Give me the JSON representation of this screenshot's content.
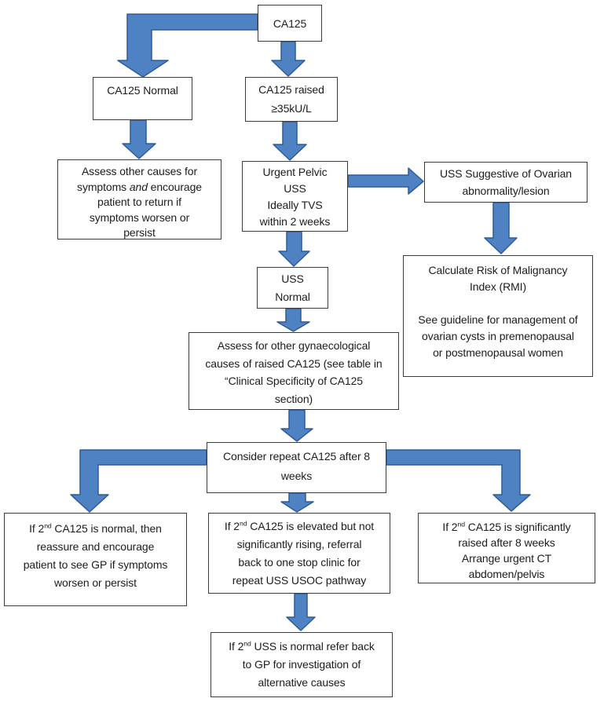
{
  "title": "CA125 investigation pathway flowchart",
  "colors": {
    "arrow_fill": "#4e82c2",
    "arrow_stroke": "#2d5b9a",
    "box_border": "#3c3c3c"
  },
  "nodes": {
    "ca125": {
      "lines": [
        "CA125"
      ]
    },
    "ca125_normal": {
      "lines": [
        "CA125 Normal"
      ]
    },
    "ca125_raised": {
      "lines": [
        "CA125 raised",
        "≥35kU/L"
      ]
    },
    "assess_other": {
      "lines": [
        "Assess other causes for",
        "symptoms <i>and</i> encourage",
        "patient to return if",
        "symptoms worsen or",
        "persist"
      ]
    },
    "urgent_uss": {
      "lines": [
        "Urgent Pelvic",
        "USS",
        "Ideally TVS",
        "within 2 weeks"
      ]
    },
    "uss_suggestive": {
      "lines": [
        "USS Suggestive of Ovarian",
        "abnormality/lesion"
      ]
    },
    "calc_rmi": {
      "lines": [
        "Calculate Risk of Malignancy",
        "Index (RMI)",
        "",
        "See guideline for management of",
        "ovarian cysts in premenopausal",
        "or postmenopausal women"
      ]
    },
    "uss_normal": {
      "lines": [
        "USS",
        "Normal"
      ]
    },
    "assess_gynae": {
      "lines": [
        "Assess for other gynaecological",
        "causes of raised CA125 (see table in",
        "“Clinical Specificity of CA125",
        "section)"
      ]
    },
    "consider_repeat": {
      "lines": [
        "Consider repeat CA125 after 8",
        "weeks"
      ]
    },
    "second_normal": {
      "lines": [
        "If 2<sup>nd</sup> CA125 is normal, then",
        "reassure and encourage",
        "patient to see GP if symptoms",
        "worsen or persist"
      ]
    },
    "second_elevated": {
      "lines": [
        "If 2<sup>nd</sup> CA125 is elevated but not",
        "significantly rising, referral",
        "back to one stop clinic for",
        "repeat USS USOC pathway"
      ]
    },
    "second_raised": {
      "lines": [
        "If 2<sup>nd</sup> CA125 is significantly",
        "raised after 8 weeks",
        "Arrange urgent CT",
        "abdomen/pelvis"
      ]
    },
    "second_uss_normal": {
      "lines": [
        "If 2<sup>nd</sup> USS is normal refer back",
        "to GP for investigation of",
        "alternative causes"
      ]
    }
  }
}
